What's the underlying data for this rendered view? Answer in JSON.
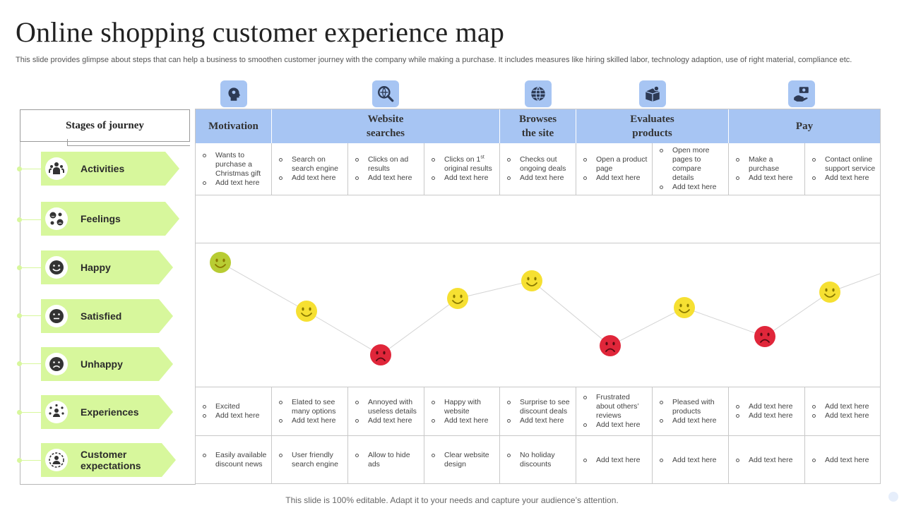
{
  "title": "Online shopping customer experience map",
  "subtitle": "This slide provides glimpse about steps that can help a business to smoothen customer journey with the company while making a purchase. It includes measures like hiring skilled labor, technology adaption, use  of right material, compliance etc.",
  "footer": "This slide is 100% editable. Adapt it to your needs and capture your audience’s attention.",
  "stages_header": "Stages of journey",
  "colors": {
    "header": "#a7c5f3",
    "label_bg": "#d7f79c",
    "happy_green": "#b8cc33",
    "neutral_yellow": "#f6e032",
    "sad_red": "#e0263a"
  },
  "rows": [
    {
      "label": "Activities",
      "icon": "people-icon"
    },
    {
      "label": "Feelings",
      "icon": "emotions-icon"
    },
    {
      "label": "Happy",
      "icon": "smile-icon"
    },
    {
      "label": "Satisfied",
      "icon": "neutral-face-icon"
    },
    {
      "label": "Unhappy",
      "icon": "sad-face-icon"
    },
    {
      "label": "Experiences",
      "icon": "network-icon"
    },
    {
      "label": "Customer expectations",
      "icon": "target-person-icon"
    }
  ],
  "stages": [
    {
      "name": "Motivation",
      "icon": "head-gear-icon"
    },
    {
      "name": "Website searches",
      "icon": "globe-search-icon"
    },
    {
      "name": "Browses the site",
      "icon": "globe-icon"
    },
    {
      "name": "Evaluates products",
      "icon": "box-icon"
    },
    {
      "name": "Pay",
      "icon": "hand-money-icon"
    }
  ],
  "activities": [
    [
      "Wants to purchase a Christmas gift",
      "Add text here"
    ],
    [
      "Search on search engine",
      "Add text here"
    ],
    [
      "Clicks on ad results",
      "Add text here"
    ],
    [
      "Clicks on 1st original results",
      "Add text here"
    ],
    [
      "Checks out ongoing deals",
      "Add text here"
    ],
    [
      "Open a product page",
      "Add text here"
    ],
    [
      "Open more pages to compare details",
      "Add text here"
    ],
    [
      "Make a purchase",
      "Add text here"
    ],
    [
      "Contact online support service",
      "Add text here"
    ]
  ],
  "feelings": [
    "happy",
    "satisfied",
    "unhappy",
    "satisfied",
    "satisfied",
    "unhappy",
    "satisfied",
    "unhappy",
    "satisfied"
  ],
  "experiences": [
    [
      "Excited",
      "Add text here"
    ],
    [
      "Elated to see many options",
      "Add text here"
    ],
    [
      "Annoyed with useless details",
      "Add text here"
    ],
    [
      "Happy with website",
      "Add text here"
    ],
    [
      "Surprise to see discount deals",
      "Add text here"
    ],
    [
      "Frustrated about others’ reviews",
      "Add text here"
    ],
    [
      "Pleased with products",
      "Add text here"
    ],
    [
      "Add text here",
      "Add text here"
    ],
    [
      "Add text here",
      "Add text here"
    ]
  ],
  "expectations": [
    [
      "Easily available discount news"
    ],
    [
      "User friendly search engine"
    ],
    [
      "Allow to hide ads"
    ],
    [
      "Clear website design"
    ],
    [
      "No holiday discounts"
    ],
    [
      "Add text here"
    ],
    [
      "Add text here"
    ],
    [
      "Add text here"
    ],
    [
      "Add text here"
    ]
  ]
}
